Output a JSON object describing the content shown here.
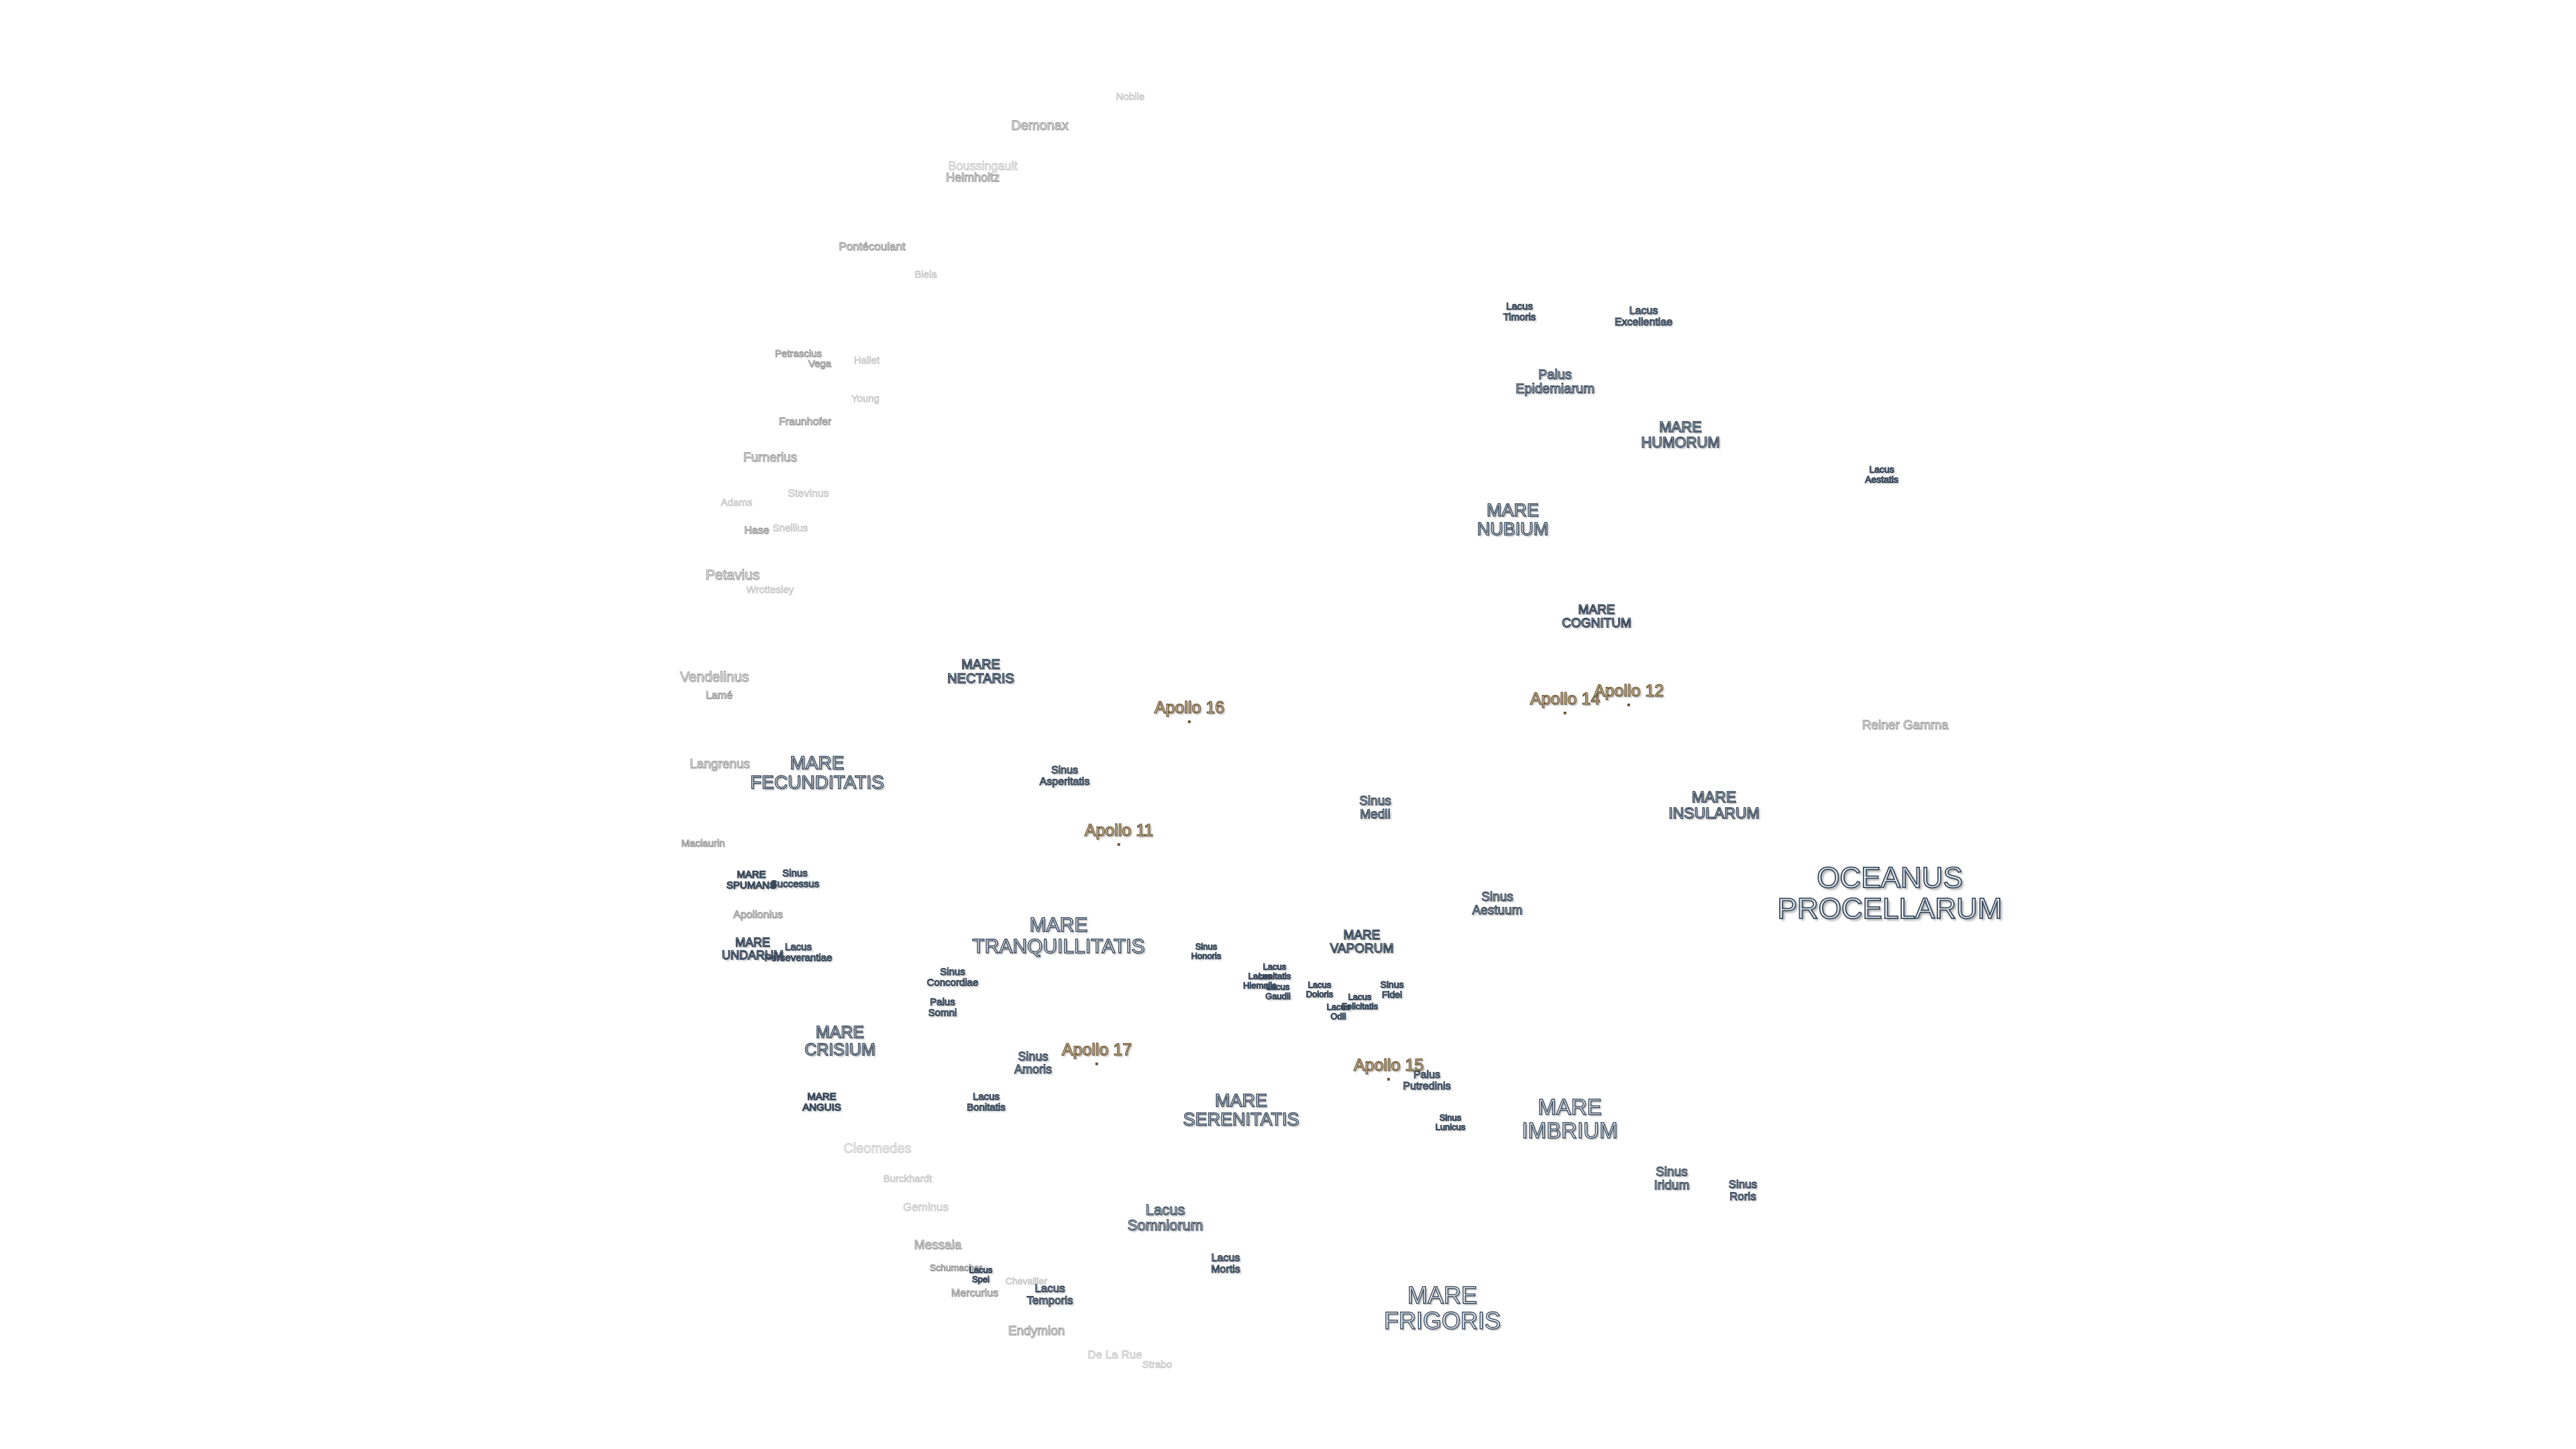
{
  "map": {
    "accent_colors": {
      "crater_outline": "#9a9a9a",
      "mare_outline": "#3a4a5c",
      "apollo_outline": "#6b5534",
      "apollo_fill": "#f3e3c3"
    },
    "craters": [
      {
        "text": "Nobile"
      },
      {
        "text": "Demonax"
      },
      {
        "text": "Boussingault"
      },
      {
        "text": "Helmholtz"
      },
      {
        "text": "Pontécoulant"
      },
      {
        "text": "Biela"
      },
      {
        "text": "Petrascius"
      },
      {
        "text": "Vega"
      },
      {
        "text": "Hallet"
      },
      {
        "text": "Young"
      },
      {
        "text": "Fraunhofer"
      },
      {
        "text": "Furnerius"
      },
      {
        "text": "Adams"
      },
      {
        "text": "Stevinus"
      },
      {
        "text": "Hase"
      },
      {
        "text": "Snellius"
      },
      {
        "text": "Petavius"
      },
      {
        "text": "Wrottesley"
      },
      {
        "text": "Vendelinus"
      },
      {
        "text": "Lamé"
      },
      {
        "text": "Langrenus"
      },
      {
        "text": "Maclaurin"
      },
      {
        "text": "Apollonius"
      },
      {
        "text": "Cleomedes"
      },
      {
        "text": "Burckhardt"
      },
      {
        "text": "Geminus"
      },
      {
        "text": "Messala"
      },
      {
        "text": "Schumacher"
      },
      {
        "text": "Mercurius"
      },
      {
        "text": "Chevallier"
      },
      {
        "text": "Endymion"
      },
      {
        "text": "De La Rue"
      },
      {
        "text": "Strabo"
      },
      {
        "text": "Reiner Gamma"
      }
    ],
    "maria": [
      {
        "lines": [
          "MARE",
          "NECTARIS"
        ]
      },
      {
        "lines": [
          "MARE",
          "FECUNDITATIS"
        ]
      },
      {
        "lines": [
          "MARE",
          "SPUMANS"
        ]
      },
      {
        "lines": [
          "MARE",
          "UNDARUM"
        ]
      },
      {
        "lines": [
          "MARE",
          "TRANQUILLITATIS"
        ]
      },
      {
        "lines": [
          "MARE",
          "CRISIUM"
        ]
      },
      {
        "lines": [
          "MARE",
          "ANGUIS"
        ]
      },
      {
        "lines": [
          "MARE",
          "SERENITATIS"
        ]
      },
      {
        "lines": [
          "MARE",
          "VAPORUM"
        ]
      },
      {
        "lines": [
          "MARE",
          "IMBRIUM"
        ]
      },
      {
        "lines": [
          "MARE",
          "FRIGORIS"
        ]
      },
      {
        "lines": [
          "MARE",
          "NUBIUM"
        ]
      },
      {
        "lines": [
          "MARE",
          "HUMORUM"
        ]
      },
      {
        "lines": [
          "MARE",
          "COGNITUM"
        ]
      },
      {
        "lines": [
          "MARE",
          "INSULARUM"
        ]
      }
    ],
    "oceans": [
      {
        "lines": [
          "OCEANUS",
          "PROCELLARUM"
        ]
      }
    ],
    "lakes": [
      {
        "lines": [
          "Lacus",
          "Timoris"
        ]
      },
      {
        "lines": [
          "Lacus",
          "Excellentiae"
        ]
      },
      {
        "lines": [
          "Palus",
          "Epidemiarum"
        ]
      },
      {
        "lines": [
          "Lacus",
          "Aestatis"
        ]
      },
      {
        "lines": [
          "Sinus",
          "Asperitatis"
        ]
      },
      {
        "lines": [
          "Sinus",
          "Medii"
        ]
      },
      {
        "lines": [
          "Sinus",
          "Successus"
        ]
      },
      {
        "lines": [
          "Lacus",
          "Perseverantiae"
        ]
      },
      {
        "lines": [
          "Sinus",
          "Aestuum"
        ]
      },
      {
        "lines": [
          "Sinus",
          "Honoris"
        ]
      },
      {
        "lines": [
          "Sinus",
          "Concordiae"
        ]
      },
      {
        "lines": [
          "Palus",
          "Somni"
        ]
      },
      {
        "lines": [
          "Sinus",
          "Amoris"
        ]
      },
      {
        "lines": [
          "Lacus",
          "Bonitatis"
        ]
      },
      {
        "lines": [
          "Lacus",
          "Hiemalis"
        ]
      },
      {
        "lines": [
          "Lacus",
          "Lenitatis"
        ]
      },
      {
        "lines": [
          "Lacus",
          "Gaudii"
        ]
      },
      {
        "lines": [
          "Lacus",
          "Doloris"
        ]
      },
      {
        "lines": [
          "Lacus",
          "Odii"
        ]
      },
      {
        "lines": [
          "Lacus",
          "Felicitatis"
        ]
      },
      {
        "lines": [
          "Sinus",
          "Fidei"
        ]
      },
      {
        "lines": [
          "Palus",
          "Putredinis"
        ]
      },
      {
        "lines": [
          "Sinus",
          "Lunicus"
        ]
      },
      {
        "lines": [
          "Sinus",
          "Iridum"
        ]
      },
      {
        "lines": [
          "Sinus",
          "Roris"
        ]
      },
      {
        "lines": [
          "Lacus",
          "Somniorum"
        ]
      },
      {
        "lines": [
          "Lacus",
          "Mortis"
        ]
      },
      {
        "lines": [
          "Lacus",
          "Temporis"
        ]
      },
      {
        "lines": [
          "Lacus",
          "Spei"
        ]
      }
    ],
    "apollo_sites": [
      {
        "text": "Apollo 16"
      },
      {
        "text": "Apollo 14"
      },
      {
        "text": "Apollo 12"
      },
      {
        "text": "Apollo 11"
      },
      {
        "text": "Apollo 17"
      },
      {
        "text": "Apollo 15"
      }
    ]
  }
}
